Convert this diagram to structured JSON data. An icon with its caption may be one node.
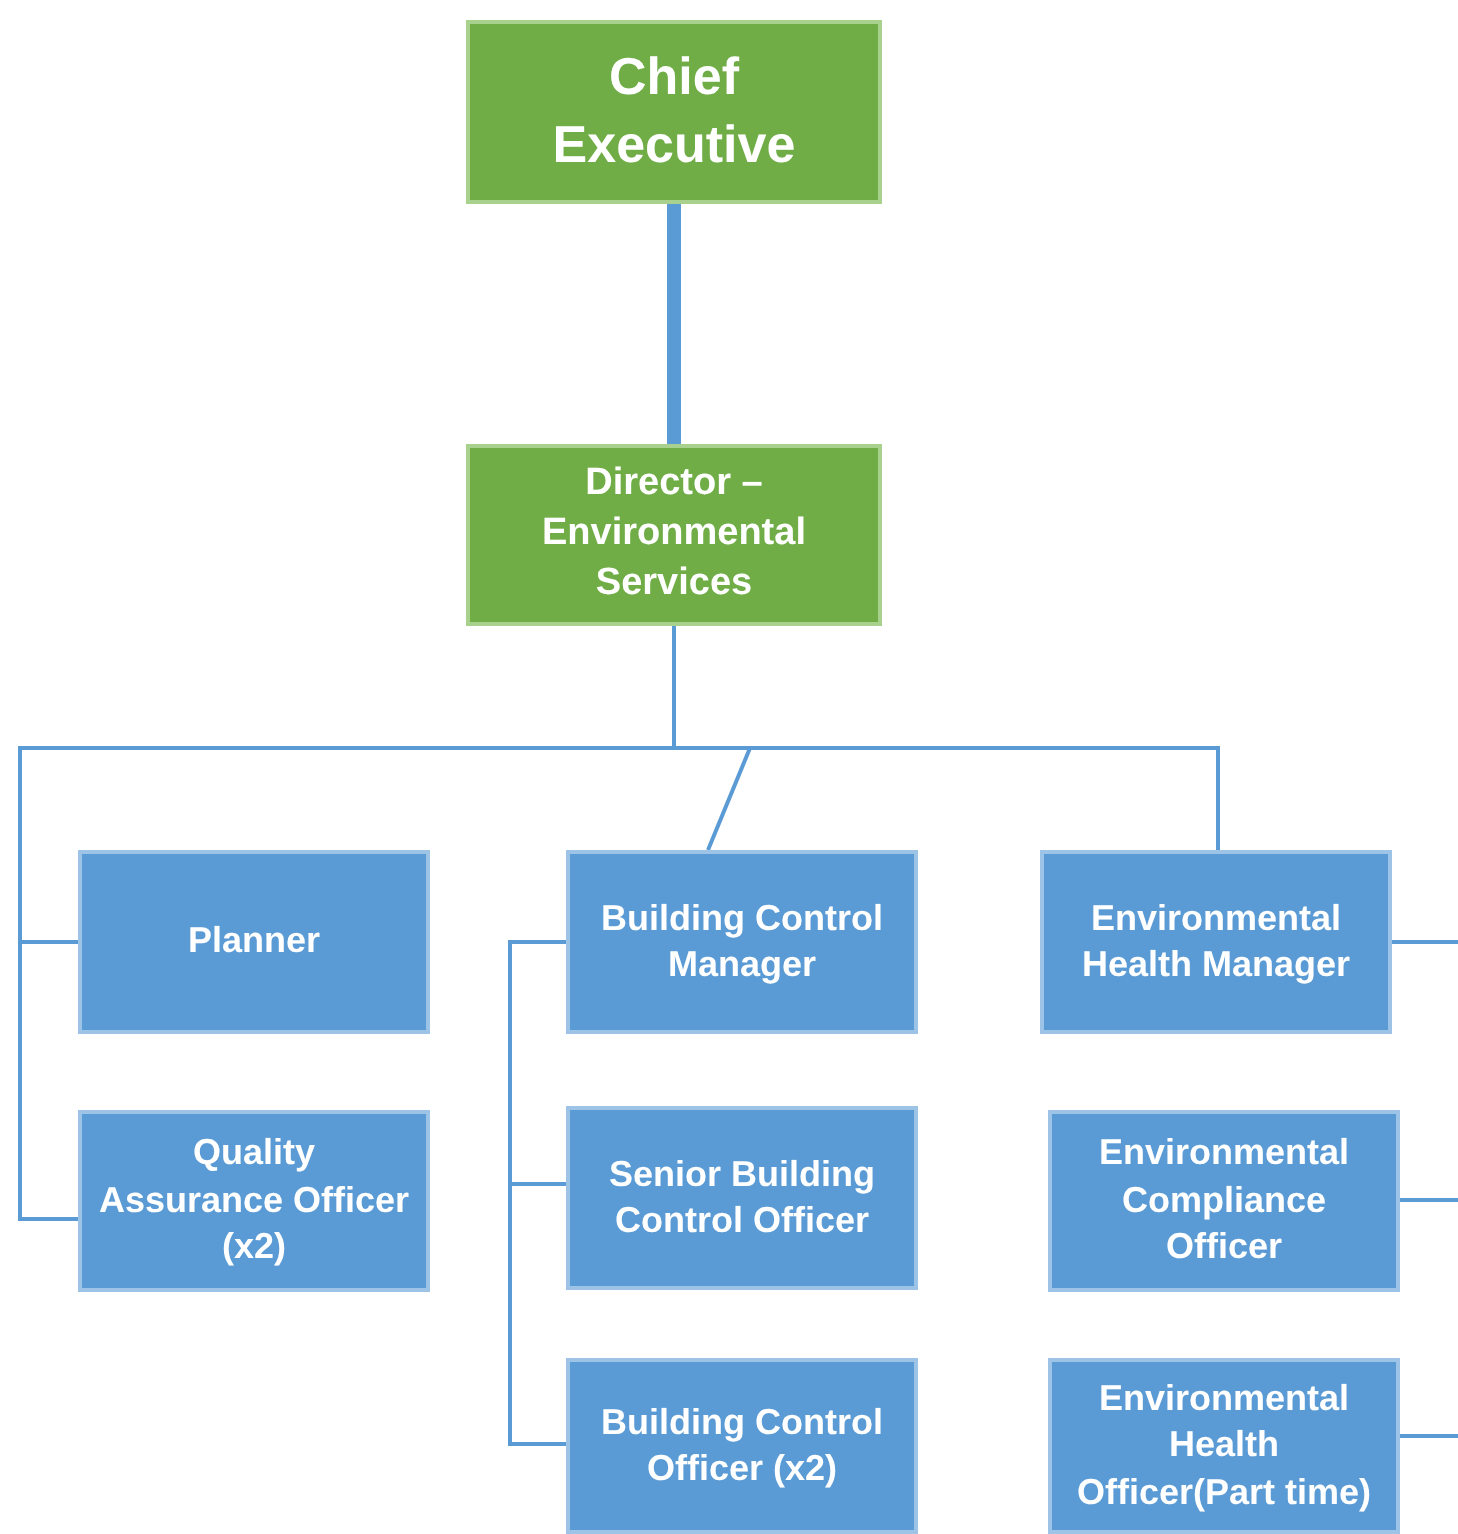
{
  "diagram": {
    "nodes": [
      {
        "text": [
          "Chief Executive"
        ]
      },
      {
        "text": [
          "Director – Environmental Services"
        ]
      },
      {
        "text": [
          "Planner"
        ]
      },
      {
        "text": [
          "Quality Assurance Officer (x2)"
        ]
      },
      {
        "text": [
          "Building Control Manager"
        ]
      },
      {
        "text": [
          "Senior Building Control Officer"
        ]
      },
      {
        "text": [
          "Building Control Officer (x2)"
        ]
      },
      {
        "text": [
          "Environmental Health Manager"
        ]
      },
      {
        "text": [
          "Environmental Compliance Officer"
        ]
      },
      {
        "text": [
          "Environmental Health Officer(Part time)"
        ]
      }
    ],
    "edges": [
      {
        "from": 0,
        "to": 1,
        "arrow": "none",
        "style": "thick"
      },
      {
        "from": 1,
        "to": 2,
        "arrow": "none"
      },
      {
        "from": 1,
        "to": 3,
        "arrow": "none"
      },
      {
        "from": 1,
        "to": 4,
        "arrow": "none"
      },
      {
        "from": 1,
        "to": 7,
        "arrow": "none"
      },
      {
        "from": 4,
        "to": 5,
        "arrow": "none"
      },
      {
        "from": 4,
        "to": 6,
        "arrow": "none"
      },
      {
        "from": 7,
        "to": 8,
        "arrow": "none"
      },
      {
        "from": 7,
        "to": 9,
        "arrow": "none"
      }
    ]
  }
}
